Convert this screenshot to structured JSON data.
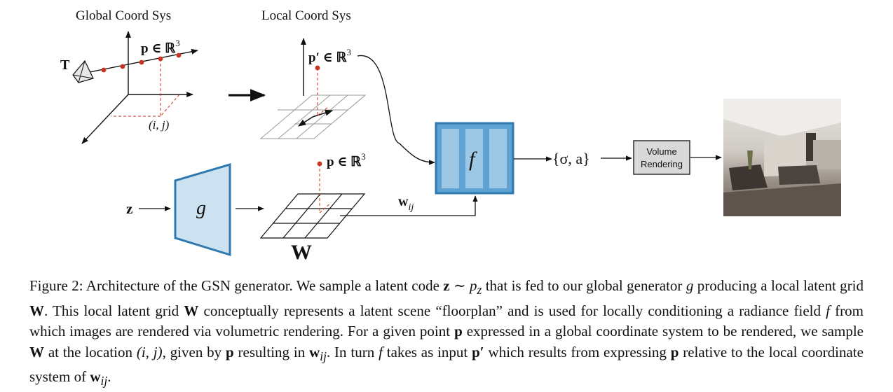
{
  "figure": {
    "global_title": "Global Coord Sys",
    "local_title": "Local Coord Sys",
    "pose_label": "T",
    "point_global": "p ∈ ℝ",
    "point_local": "p′ ∈ ℝ",
    "superscript_3": "3",
    "grid_location": "(i, j)",
    "latent_label": "z",
    "generator_label": "g",
    "grid_label": "W",
    "point_sample": "p ∈ ℝ",
    "grid_feature": "w",
    "grid_feature_sub": "ij",
    "radiance_label": "f",
    "output_label": "{σ, a}",
    "render_line1": "Volume",
    "render_line2": "Rendering",
    "colors": {
      "network_fill": "#cce2f1",
      "network_stroke": "#2f78b0",
      "radiance_fill": "#5ea3d3",
      "radiance_bars": "#9cc8e6",
      "render_box": "#d9d9d9",
      "point_red": "#c8321f"
    }
  },
  "caption": {
    "label": "Figure 2:",
    "s1a": " Architecture of the GSN generator. We sample a latent code ",
    "z": "z",
    "sim": " ∼ ",
    "pz": "p",
    "pz_sub": "z",
    "s1b": " that is fed to our global generator ",
    "g": "g",
    "s1c": " producing a local latent grid ",
    "W1": "W",
    "s2a": ". This local latent grid ",
    "W2": "W",
    "s2b": " conceptually represents a latent scene “floorplan” and is used for locally conditioning a radiance field ",
    "f1": "f",
    "s3a": " from which images are rendered via volumetric rendering. For a given point ",
    "p1": "p",
    "s3b": " expressed in a global coordinate system to be rendered, we sample ",
    "W3": "W",
    "s3c": " at the location ",
    "ij": "(i, j)",
    "s3d": ", given by ",
    "p2": "p",
    "s3e": " resulting in ",
    "w1": "w",
    "w1_sub": "ij",
    "s4a": ". In turn ",
    "f2": "f",
    "s4b": " takes as input ",
    "pprime": "p′",
    "s4c": " which results from expressing ",
    "p3": "p",
    "s4d": " relative to the local coordinate system of ",
    "w2": "w",
    "w2_sub": "ij",
    "s4e": "."
  }
}
